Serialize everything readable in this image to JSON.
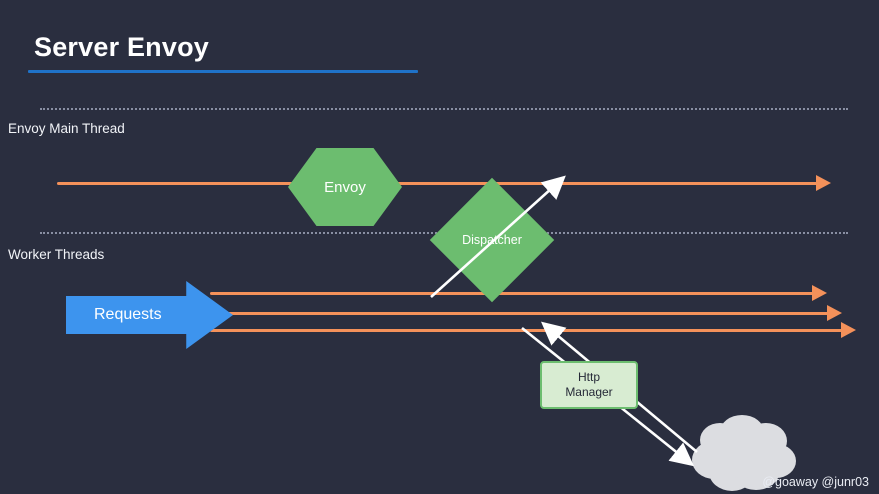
{
  "slide": {
    "title": "Server Envoy",
    "background_color": "#2a2e3f",
    "title_rule_color": "#1f72c8",
    "footer": "@goaway @junr03"
  },
  "lanes": [
    {
      "id": "main",
      "label": "Envoy Main Thread"
    },
    {
      "id": "worker",
      "label": "Worker Threads"
    }
  ],
  "nodes": {
    "envoy": {
      "label": "Envoy",
      "shape": "hexagon",
      "color": "#6cbd6f",
      "text_color": "#ffffff"
    },
    "dispatcher": {
      "label": "Dispatcher",
      "shape": "diamond",
      "color": "#6cbd6f",
      "text_color": "#ffffff"
    },
    "requests": {
      "label": "Requests",
      "shape": "block-arrow",
      "color": "#3d94ee",
      "text_color": "#ffffff"
    },
    "http_manager": {
      "label_line1": "Http",
      "label_line2": "Manager",
      "shape": "rounded-rect",
      "fill": "#d8ecd2",
      "border": "#6cbd6f",
      "text_color": "#262a38"
    },
    "cloud": {
      "label": "",
      "shape": "cloud",
      "color": "#dcdde1"
    }
  },
  "connectors": {
    "thread_line_color": "#f4915a",
    "diagonal_arrow_color": "#ffffff",
    "main_thread_arrows": 1,
    "worker_thread_arrows": 3,
    "dispatcher_arrows": 1,
    "http_manager_arrows": 2
  }
}
